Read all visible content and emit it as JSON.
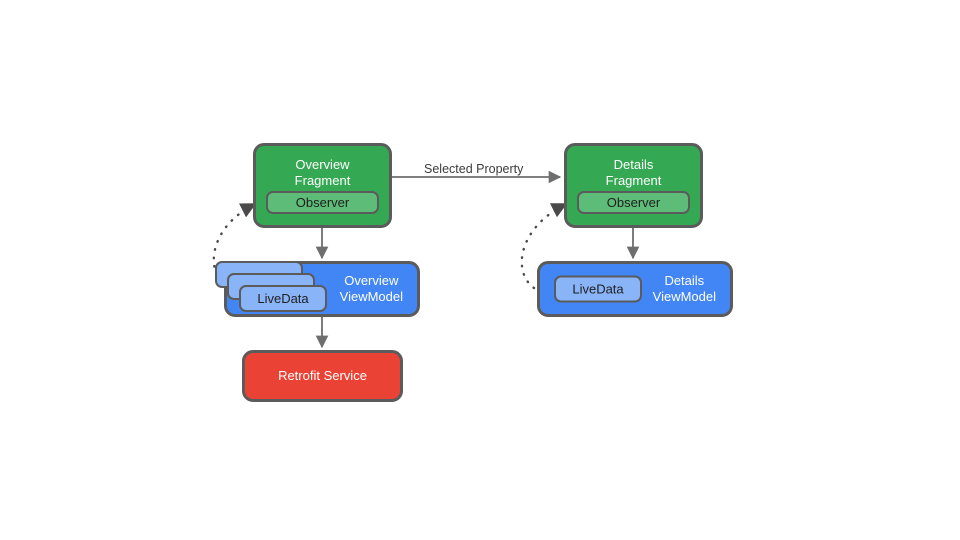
{
  "diagram": {
    "title": "Android LiveData / ViewModel architecture flow",
    "background": "#ffffff",
    "colors": {
      "fragment_green": "#34A853",
      "observer_green": "#5DBD78",
      "viewmodel_blue": "#4285F4",
      "livedata_blue": "#8AB4F8",
      "service_red": "#EA4335",
      "stroke_gray": "#5B5B5B",
      "edge_gray": "#6E6E6E",
      "text_white": "#FFFFFF",
      "text_dark": "#1F1F1F"
    },
    "nodes": {
      "overview_fragment": {
        "label": "Overview\nFragment",
        "observer_label": "Observer"
      },
      "details_fragment": {
        "label": "Details\nFragment",
        "observer_label": "Observer"
      },
      "overview_viewmodel": {
        "label": "Overview\nViewModel",
        "livedata_label": "LiveData",
        "livedata_count": 3
      },
      "details_viewmodel": {
        "label": "Details\nViewModel",
        "livedata_label": "LiveData",
        "livedata_count": 1
      },
      "retrofit_service": {
        "label": "Retrofit Service"
      }
    },
    "edges": {
      "selected_property_label": "Selected Property"
    }
  }
}
